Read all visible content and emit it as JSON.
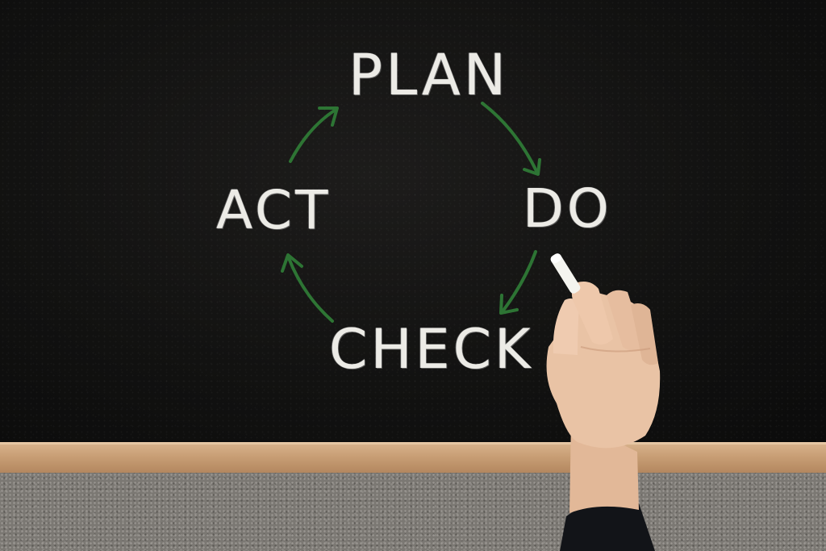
{
  "cycle": {
    "steps": [
      "PLAN",
      "DO",
      "CHECK",
      "ACT"
    ]
  },
  "colors": {
    "board": "#121211",
    "chalk": "#ecebe6",
    "arrow": "#2f7a36",
    "ledge": "#c99f76",
    "wall": "#7b7873",
    "skin": "#e9c3a5",
    "sleeve": "#121418"
  },
  "icons": {
    "chalk_stick": "chalk-icon",
    "arrows": "curved-arrow-icon"
  }
}
